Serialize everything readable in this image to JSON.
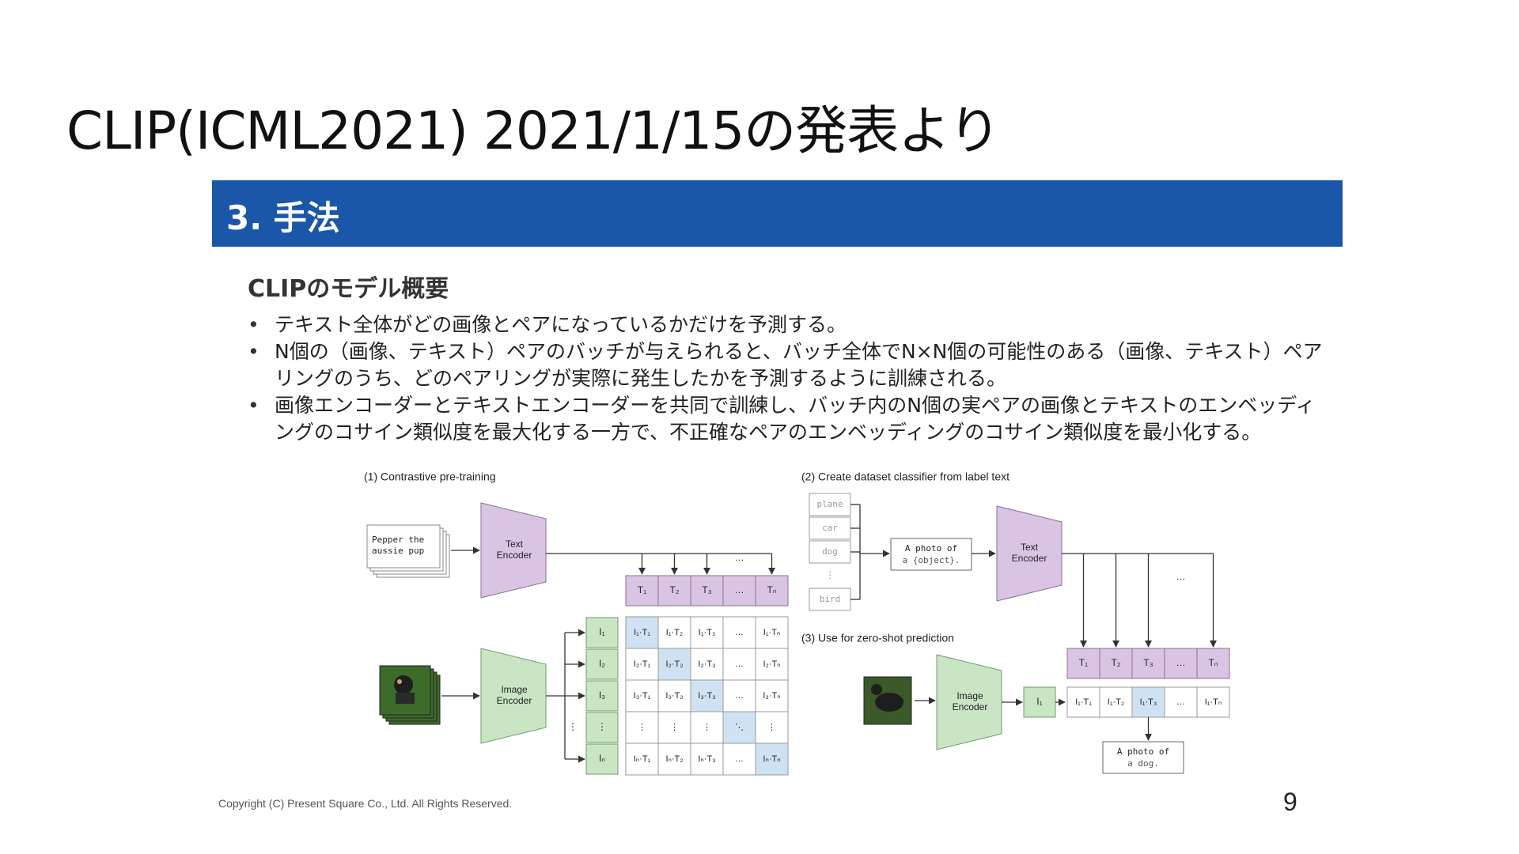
{
  "slide": {
    "title": "CLIP(ICML2021) 2021/1/15の発表より",
    "section": "3. 手法",
    "subtitle": "CLIPのモデル概要",
    "bullets": [
      "テキスト全体がどの画像とペアになっているかだけを予測する。",
      "N個の（画像、テキスト）ペアのバッチが与えられると、バッチ全体でN×N個の可能性のある（画像、テキスト）ペアリングのうち、どのペアリングが実際に発生したかを予測するように訓練される。",
      "画像エンコーダーとテキストエンコーダーを共同で訓練し、バッチ内のN個の実ペアの画像とテキストのエンベッディングのコサイン類似度を最大化する一方で、不正確なペアのエンベッディングのコサイン類似度を最小化する。"
    ],
    "copyright": "Copyright (C) Present Square Co., Ltd. All Rights Reserved.",
    "page_number": "9"
  },
  "diagram": {
    "colors": {
      "text_encoder": "#d9c5e3",
      "image_encoder": "#c9e5c4",
      "text_cell": "#d9c5e3",
      "image_cell": "#c9e5c4",
      "diag_cell": "#cfe2f3",
      "line": "#333333",
      "label_gray": "#999999",
      "section_blue": "#1a57a8"
    },
    "part1": {
      "label": "(1) Contrastive pre-training",
      "text_input": [
        "Pepper the",
        "aussie pup"
      ],
      "text_encoder": [
        "Text",
        "Encoder"
      ],
      "image_encoder": [
        "Image",
        "Encoder"
      ],
      "text_tokens": [
        "T₁",
        "T₂",
        "T₃",
        "…",
        "Tₙ"
      ],
      "image_tokens": [
        "I₁",
        "I₂",
        "I₃",
        "⋮",
        "Iₙ"
      ],
      "matrix": [
        [
          "I₁·T₁",
          "I₁·T₂",
          "I₁·T₃",
          "…",
          "I₁·Tₙ"
        ],
        [
          "I₂·T₁",
          "I₂·T₂",
          "I₂·T₃",
          "…",
          "I₂·Tₙ"
        ],
        [
          "I₃·T₁",
          "I₃·T₂",
          "I₃·T₃",
          "…",
          "I₃·Tₙ"
        ],
        [
          "⋮",
          "⋮",
          "⋮",
          "⋱",
          "⋮"
        ],
        [
          "Iₙ·T₁",
          "Iₙ·T₂",
          "Iₙ·T₃",
          "…",
          "Iₙ·Tₙ"
        ]
      ],
      "ellipsis": "…"
    },
    "part2": {
      "label": "(2) Create dataset classifier from label text",
      "labels": [
        "plane",
        "car",
        "dog",
        "⋮",
        "bird"
      ],
      "template": [
        "A photo of",
        "a {object}."
      ],
      "text_encoder": [
        "Text",
        "Encoder"
      ],
      "text_tokens": [
        "T₁",
        "T₂",
        "T₃",
        "…",
        "Tₙ"
      ],
      "ellipsis": "…"
    },
    "part3": {
      "label": "(3) Use for zero-shot prediction",
      "image_encoder": [
        "Image",
        "Encoder"
      ],
      "image_token": "I₁",
      "row": [
        "I₁·T₁",
        "I₁·T₂",
        "I₁·T₃",
        "…",
        "I₁·Tₙ"
      ],
      "output": [
        "A photo of",
        "a dog."
      ]
    }
  }
}
